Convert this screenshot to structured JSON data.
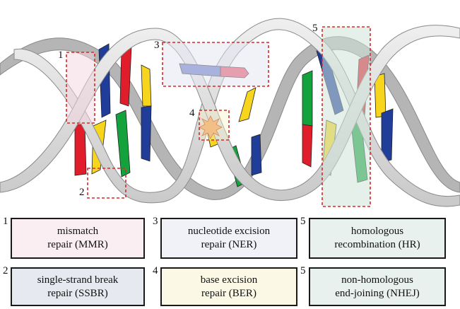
{
  "diagram": {
    "region_labels": [
      "1",
      "2",
      "3",
      "4",
      "5"
    ]
  },
  "legend": [
    {
      "number": "1",
      "line1": "mismatch",
      "line2": "repair (MMR)",
      "color": "#fbeef3"
    },
    {
      "number": "3",
      "line1": "nucleotide excision",
      "line2": "repair (NER)",
      "color": "#f1f1f8"
    },
    {
      "number": "5",
      "line1": "homologous",
      "line2": "recombination (HR)",
      "color": "#e8f1ed"
    },
    {
      "number": "2",
      "line1": "single-strand break",
      "line2": "repair (SSBR)",
      "color": "#e7e9f1"
    },
    {
      "number": "4",
      "line1": "base excision",
      "line2": "repair (BER)",
      "color": "#fbf9e6"
    },
    {
      "number": "5",
      "line1": "non-homologous",
      "line2": "end-joining (NHEJ)",
      "color": "#e8f1ed"
    }
  ],
  "colors": {
    "backbone": "#dcdcdc",
    "backbone_dark": "#a9a9a9",
    "blue": "#1f3d99",
    "red": "#e01e2b",
    "yellow": "#f7d51c",
    "green": "#14a23c",
    "highlight": "#d42a2a"
  }
}
